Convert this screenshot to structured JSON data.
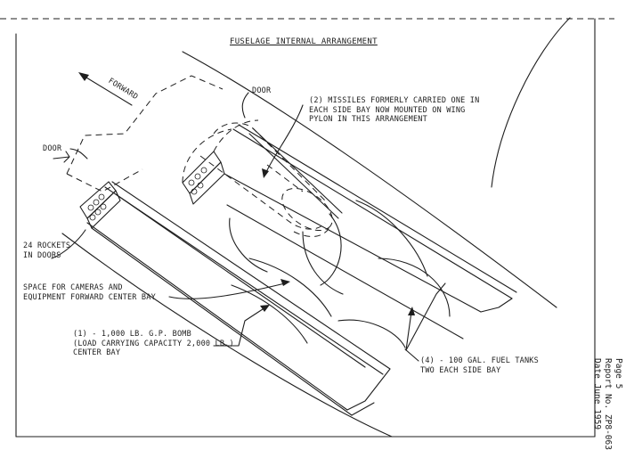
{
  "title": "FUSELAGE INTERNAL ARRANGEMENT",
  "labels": {
    "forward": "FORWARD",
    "door_top": "DOOR",
    "door_left": "DOOR",
    "missiles": "(2) MISSILES FORMERLY CARRIED ONE IN\nEACH SIDE BAY NOW MOUNTED ON WING\nPYLON IN THIS ARRANGEMENT",
    "rockets": "24 ROCKETS\nIN DOORS",
    "cameras": "SPACE FOR CAMERAS AND\nEQUIPMENT FORWARD CENTER BAY",
    "bomb": "(1) - 1,000 LB. G.P. BOMB\n(LOAD CARRYING CAPACITY 2,000 LB.)\nCENTER BAY",
    "fuel": "(4) - 100 GAL. FUEL TANKS\nTWO EACH SIDE BAY"
  },
  "page_info": {
    "page": "Page 5",
    "report": "Report No. ZP8-063",
    "date": "Date June 1959"
  }
}
